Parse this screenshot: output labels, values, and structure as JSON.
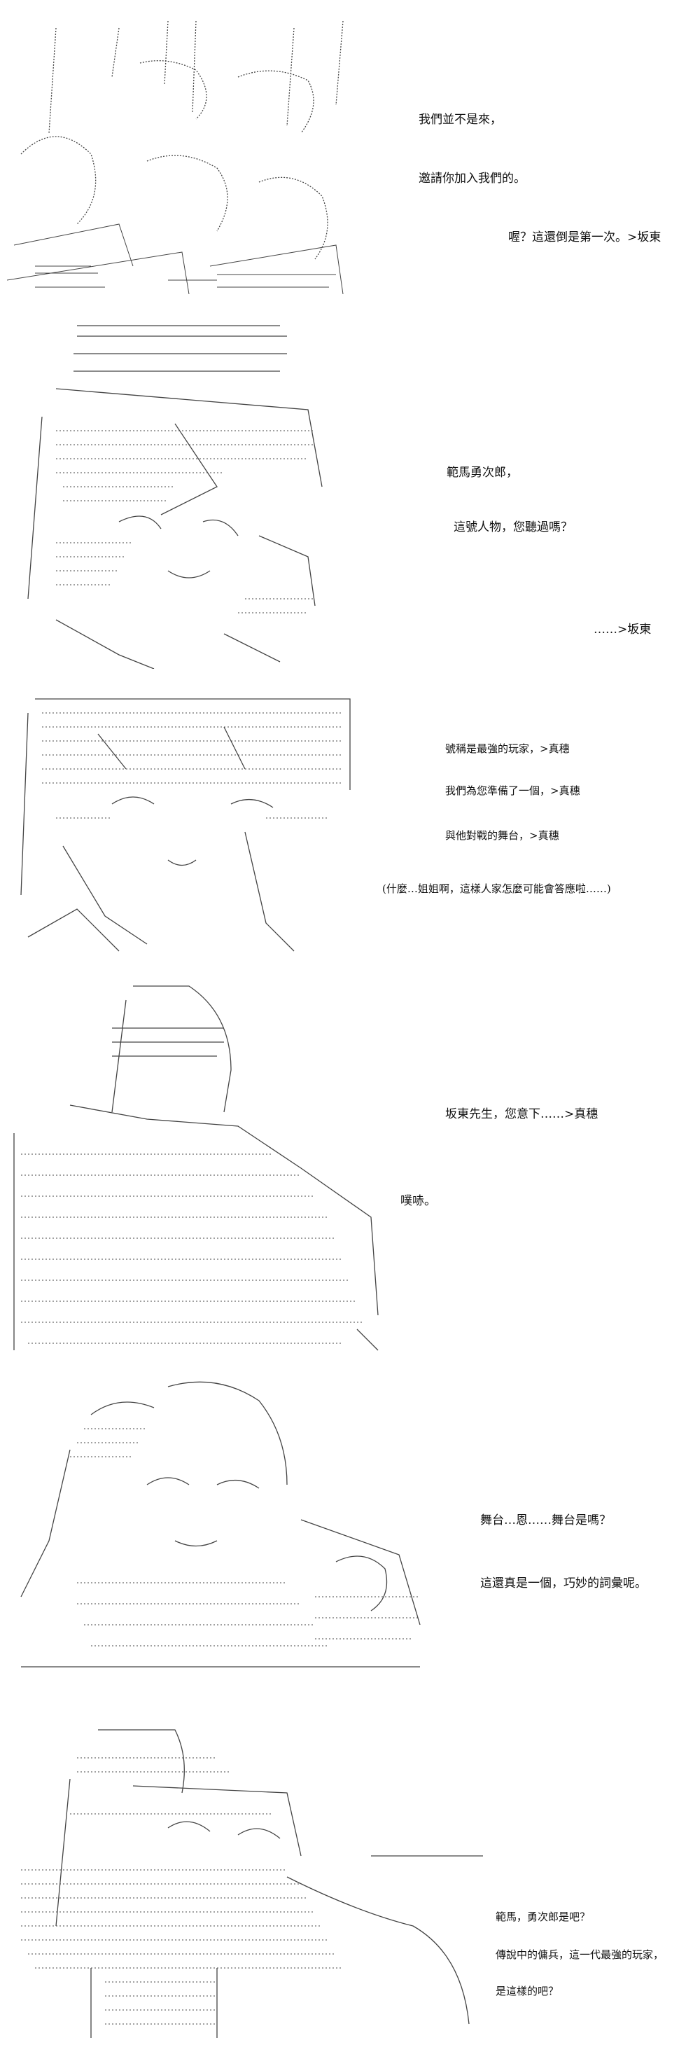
{
  "panels": [
    {
      "id": "panel-1",
      "lines": [
        "我們並不是來，",
        "邀請你加入我們的。",
        "喔？這還倒是第一次。>坂東"
      ]
    },
    {
      "id": "panel-2",
      "lines": [
        "範馬勇次郎，",
        "這號人物，您聽過嗎？",
        "……>坂東"
      ]
    },
    {
      "id": "panel-3",
      "lines": [
        "號稱是最強的玩家，>真穗",
        "我們為您準備了一個，>真穗",
        "與他對戰的舞台，>真穗",
        "(什麼…姐姐啊，這樣人家怎麼可能會答應啦……)"
      ]
    },
    {
      "id": "panel-4",
      "lines": [
        "坂東先生，您意下……>真穗",
        "噗哧。"
      ]
    },
    {
      "id": "panel-5",
      "lines": [
        "舞台…恩……舞台是嗎？",
        "這還真是一個，巧妙的詞彙呢。"
      ]
    },
    {
      "id": "panel-6",
      "lines": [
        "範馬，勇次郎是吧？",
        "傳說中的傭兵，這一代最強的玩家，",
        "是這樣的吧？"
      ]
    }
  ],
  "colors": {
    "ink": "#111111",
    "art": "#444444",
    "background": "#ffffff"
  }
}
